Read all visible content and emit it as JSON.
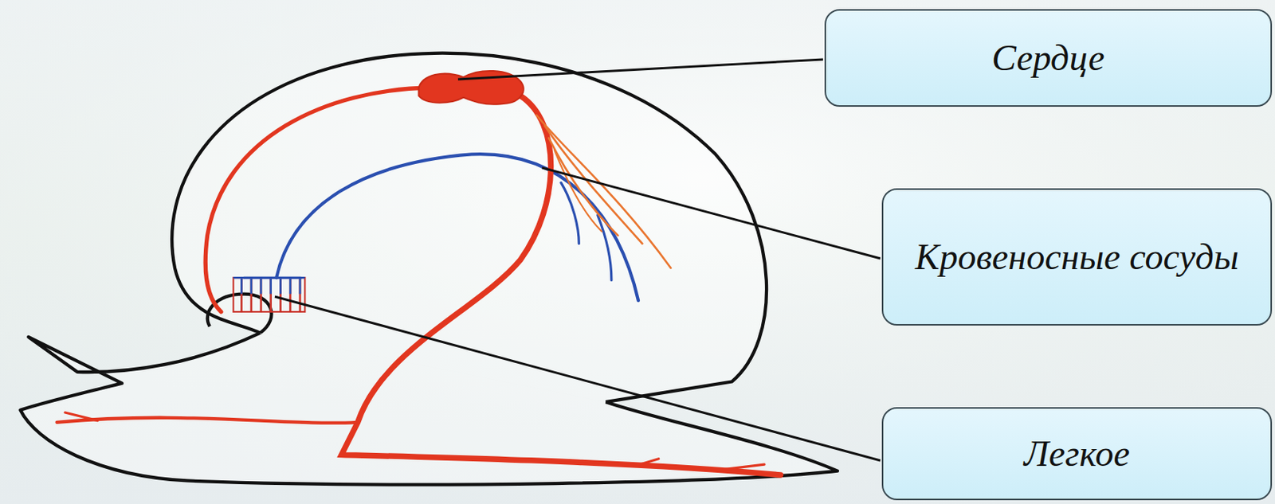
{
  "diagram": {
    "nodes": [
      {
        "text": [
          "Сердце"
        ]
      },
      {
        "text": [
          "Кровеносные сосуды"
        ]
      },
      {
        "text": [
          "Легкое"
        ]
      }
    ]
  }
}
